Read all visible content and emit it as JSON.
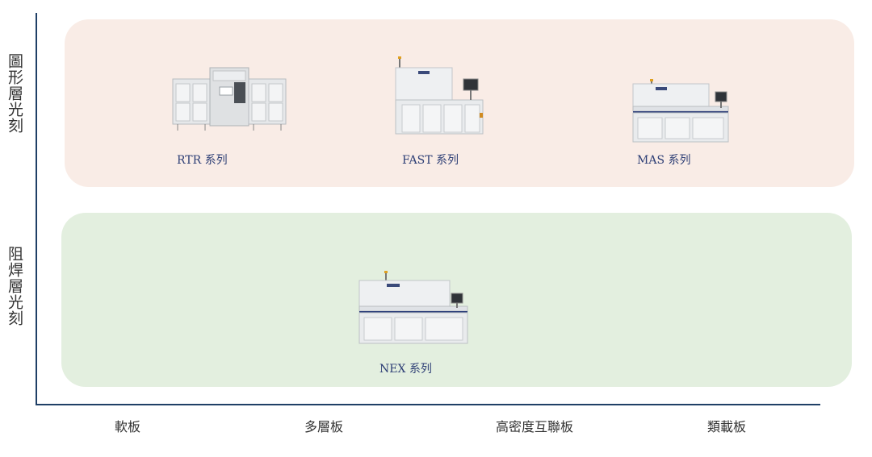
{
  "row_labels": [
    "圖形層光刻",
    "阻焊層光刻"
  ],
  "products": [
    {
      "name": "RTR 系列",
      "icon": "rtr-machine-icon"
    },
    {
      "name": "FAST 系列",
      "icon": "fast-machine-icon"
    },
    {
      "name": "MAS 系列",
      "icon": "mas-machine-icon"
    },
    {
      "name": "NEX 系列",
      "icon": "nex-machine-icon"
    }
  ],
  "x_categories": [
    "軟板",
    "多層板",
    "高密度互聯板",
    "類載板"
  ],
  "colors": {
    "axis": "#1f3f66",
    "top_band": "#f9ece6",
    "bottom_band": "#e3efdf",
    "caption": "#2d3e75"
  }
}
